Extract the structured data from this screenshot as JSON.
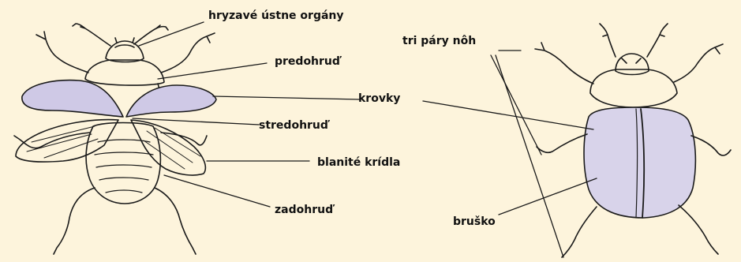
{
  "labels": {
    "mouthparts": "hryzavé ústne orgány",
    "prothorax": "predohruď",
    "elytra": "krovky",
    "mesothorax": "stredohruď",
    "hindwings": "blanité krídla",
    "metathorax": "zadohruď",
    "legs": "tri páry nôh",
    "abdomen": "bruško"
  },
  "colors": {
    "background": "#fdf4dc",
    "ink": "#1a1a1a",
    "wing_fill": "#cfc9e6",
    "elytra_fill": "#d8d3ea"
  }
}
